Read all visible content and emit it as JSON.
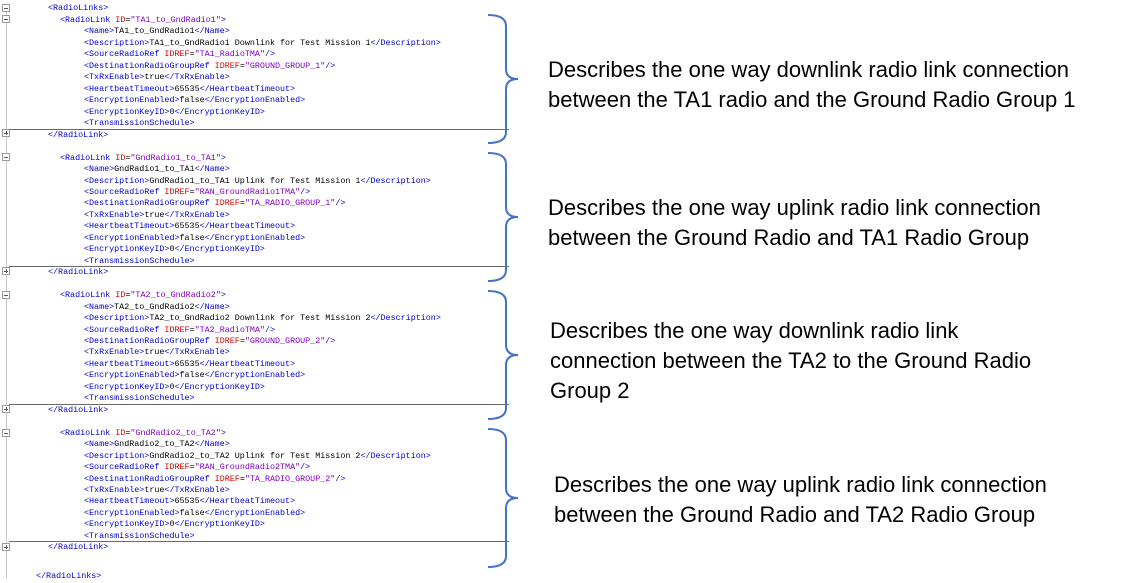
{
  "xml": {
    "root_open": "RadioLinks",
    "root_close": "/RadioLinks",
    "blocks": [
      {
        "open": "RadioLink",
        "id_attr": "ID",
        "id_value": "\"TA1_to_GndRadio1\"",
        "name": "TA1_to_GndRadio1",
        "description": "TA1_to_GndRadio1 Downlink for Test Mission 1",
        "source_ref": "\"TA1_RadioTMA\"",
        "dest_ref": "\"GROUND_GROUP_1\"",
        "txrx": "true",
        "heartbeat": "65535",
        "encryption": "false",
        "keyid": "0",
        "schedule": "TransmissionSchedule",
        "close": "/RadioLink"
      },
      {
        "open": "RadioLink",
        "id_attr": "ID",
        "id_value": "\"GndRadio1_to_TA1\"",
        "name": "GndRadio1_to_TA1",
        "description": "GndRadio1_to_TA1 Uplink for Test Mission 1",
        "source_ref": "\"RAN_GroundRadio1TMA\"",
        "dest_ref": "\"TA_RADIO_GROUP_1\"",
        "txrx": "true",
        "heartbeat": "65535",
        "encryption": "false",
        "keyid": "0",
        "schedule": "TransmissionSchedule",
        "close": "/RadioLink"
      },
      {
        "open": "RadioLink",
        "id_attr": "ID",
        "id_value": "\"TA2_to_GndRadio2\"",
        "name": "TA2_to_GndRadio2",
        "description": "TA2_to_GndRadio2 Downlink for Test Mission 2",
        "source_ref": "\"TA2_RadioTMA\"",
        "dest_ref": "\"GROUND_GROUP_2\"",
        "txrx": "true",
        "heartbeat": "65535",
        "encryption": "false",
        "keyid": "0",
        "schedule": "TransmissionSchedule",
        "close": "/RadioLink"
      },
      {
        "open": "RadioLink",
        "id_attr": "ID",
        "id_value": "\"GndRadio2_to_TA2\"",
        "name": "GndRadio2_to_TA2",
        "description": "GndRadio2_to_TA2 Uplink for Test Mission 2",
        "source_ref": "\"RAN_GroundRadio2TMA\"",
        "dest_ref": "\"TA_RADIO_GROUP_2\"",
        "txrx": "true",
        "heartbeat": "65535",
        "encryption": "false",
        "keyid": "0",
        "schedule": "TransmissionSchedule",
        "close": "/RadioLink"
      }
    ],
    "tags": {
      "name": "Name",
      "description": "Description",
      "source": "SourceRadioRef",
      "dest": "DestinationRadioGroupRef",
      "idref": "IDREF",
      "txrx": "TxRxEnable",
      "heartbeat": "HeartbeatTimeout",
      "encryption": "EncryptionEnabled",
      "keyid": "EncryptionKeyID"
    }
  },
  "annotations": [
    {
      "lines": [
        "Describes the one way downlink radio link connection",
        "between the TA1 radio and the Ground Radio Group 1"
      ]
    },
    {
      "lines": [
        "Describes the one way uplink radio link connection",
        "between the Ground Radio and TA1 Radio Group"
      ]
    },
    {
      "lines": [
        "Describes the one way downlink radio link",
        "connection between the TA2 to the Ground Radio",
        "Group 2"
      ]
    },
    {
      "lines": [
        "Describes the one way uplink radio link connection",
        "between the Ground Radio and TA2 Radio Group"
      ]
    }
  ],
  "colors": {
    "tag": "#0000cc",
    "attr": "#d00000",
    "value": "#8000c0",
    "brace": "#4472c4"
  }
}
